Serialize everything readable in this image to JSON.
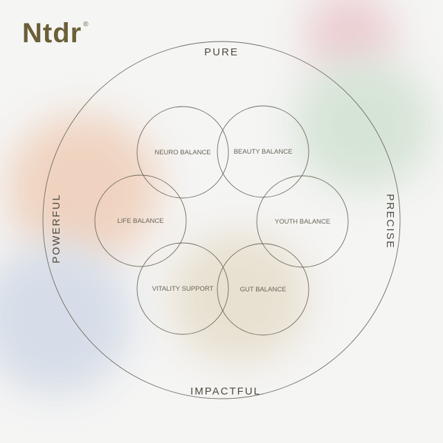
{
  "brand": {
    "name": "Ntdr",
    "mark": "®"
  },
  "outer_labels": {
    "top": "PURE",
    "right": "PRECISE",
    "bottom": "IMPACTFUL",
    "left": "POWERFUL"
  },
  "circles": [
    "NEURO BALANCE",
    "BEAUTY BALANCE",
    "LIFE BALANCE",
    "YOUTH BALANCE",
    "VITALITY SUPPORT",
    "GUT BALANCE"
  ],
  "colors": {
    "brand": "#6b5f38",
    "line": "#6f6a5e",
    "background": "#f5f5f4"
  }
}
